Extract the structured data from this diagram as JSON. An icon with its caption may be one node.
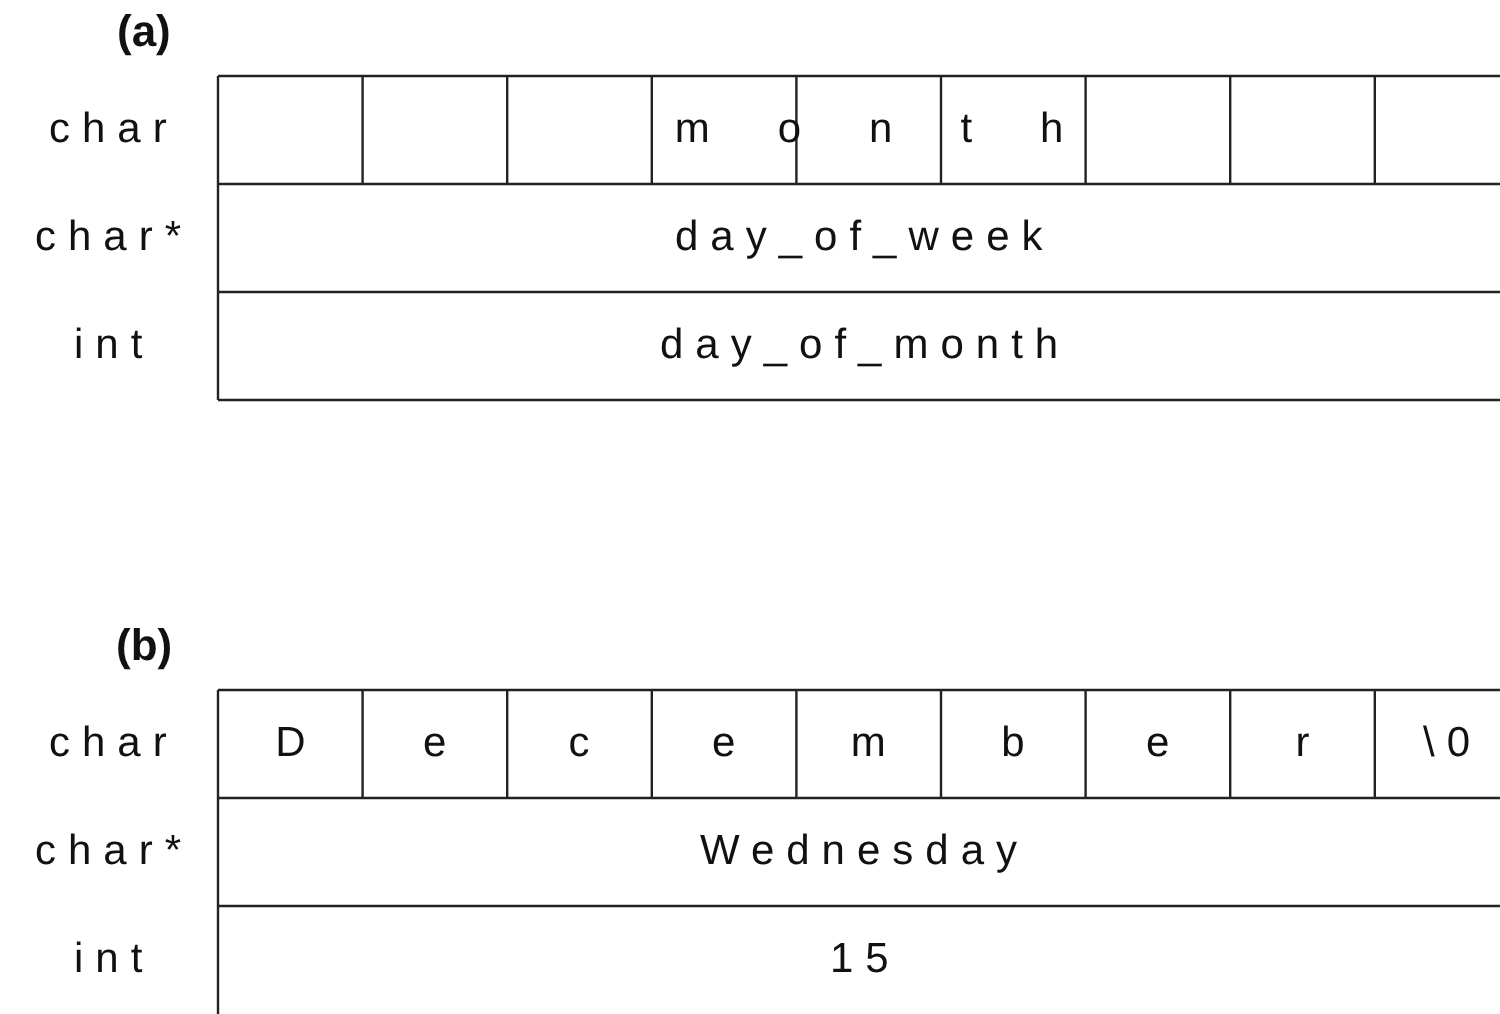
{
  "diagram": {
    "labels": [
      "(a)",
      "char",
      "char*",
      "int",
      "month",
      "day_of_week",
      "day_of_month",
      "(b)",
      "char",
      "char*",
      "int",
      "D",
      "e",
      "c",
      "e",
      "m",
      "b",
      "e",
      "r",
      "\\0",
      "Wednesday",
      "15"
    ]
  }
}
